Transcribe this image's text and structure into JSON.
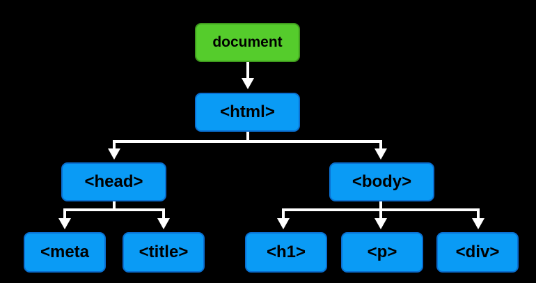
{
  "nodes": {
    "document": "document",
    "html": "<html>",
    "head": "<head>",
    "body": "<body>",
    "meta": "<meta",
    "title": "<title>",
    "h1": "<h1>",
    "p": "<p>",
    "div": "<div>"
  },
  "edges": [
    [
      "document",
      "html"
    ],
    [
      "html",
      "head"
    ],
    [
      "html",
      "body"
    ],
    [
      "head",
      "meta"
    ],
    [
      "head",
      "title"
    ],
    [
      "body",
      "h1"
    ],
    [
      "body",
      "p"
    ],
    [
      "body",
      "div"
    ]
  ],
  "colors": {
    "background": "#000000",
    "root_fill": "#55cc2c",
    "node_fill": "#0a9bf5",
    "connector": "#ffffff"
  }
}
